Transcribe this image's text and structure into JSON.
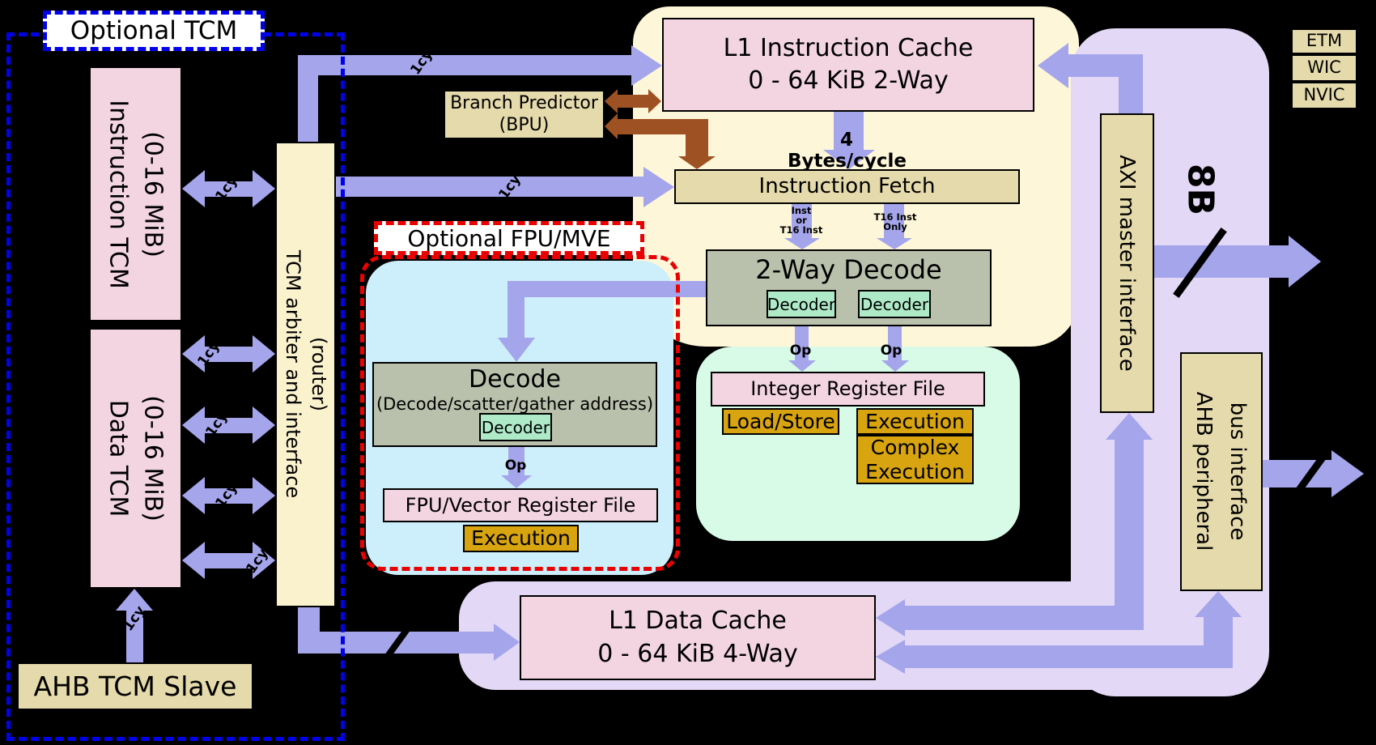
{
  "optional_tcm_label": "Optional TCM",
  "optional_fpu_label": "Optional FPU/MVE",
  "instruction_tcm": {
    "line1": "Instruction TCM",
    "line2": "(0-16 MiB)"
  },
  "data_tcm": {
    "line1": "Data TCM",
    "line2": "(0-16 MiB)"
  },
  "tcm_arbiter": {
    "line1": "TCM arbiter and interface",
    "line2": "(router)"
  },
  "ahb_tcm_slave": "AHB TCM Slave",
  "branch_predictor": {
    "line1": "Branch Predictor",
    "line2": "(BPU)"
  },
  "l1_icache": {
    "line1": "L1 Instruction Cache",
    "line2": "0 - 64 KiB 2-Way"
  },
  "fetch_bandwidth": "4 Bytes/cycle",
  "instruction_fetch": "Instruction Fetch",
  "decode_slot0": {
    "line1": "Inst",
    "line2": "or",
    "line3": "T16 Inst"
  },
  "decode_slot1": {
    "line1": "T16 Inst",
    "line2": "Only"
  },
  "two_way_decode": "2-Way Decode",
  "decoder_label": "Decoder",
  "op_label": "Op",
  "fpu": {
    "decode_title": "Decode",
    "decode_subtitle": "(Decode/scatter/gather address)",
    "register_file": "FPU/Vector Register File"
  },
  "execution_label": "Execution",
  "integer": {
    "register_file": "Integer Register File",
    "load_store": "Load/Store",
    "complex": {
      "line1": "Complex",
      "line2": "Execution"
    }
  },
  "l1_dcache": {
    "line1": "L1 Data Cache",
    "line2": "0 - 64 KiB 4-Way"
  },
  "axi_master": "AXI master interface",
  "ahb_peripheral": {
    "line1": "AHB peripheral",
    "line2": "bus interface"
  },
  "bus_width": "8B",
  "etm": "ETM",
  "wic": "WIC",
  "nvic": "NVIC",
  "latency": "1cy",
  "colors": {
    "background": "#000000",
    "box_pink": "#f3d5e2",
    "box_tan": "#e5daab",
    "arbiter_cream": "#faf1cd",
    "region_cream": "#fdf6d8",
    "region_lavender": "#e3d8f5",
    "region_mint": "#d8fbe8",
    "region_lightblue": "#cdeefb",
    "box_gold": "#d8a511",
    "box_greygreen": "#b9c1ac",
    "box_mint": "#aeeac8",
    "arrow_purple": "#a5a5ec",
    "arrow_brown": "#9e5122",
    "dash_blue": "#0202e8",
    "dash_red": "#e80202"
  }
}
